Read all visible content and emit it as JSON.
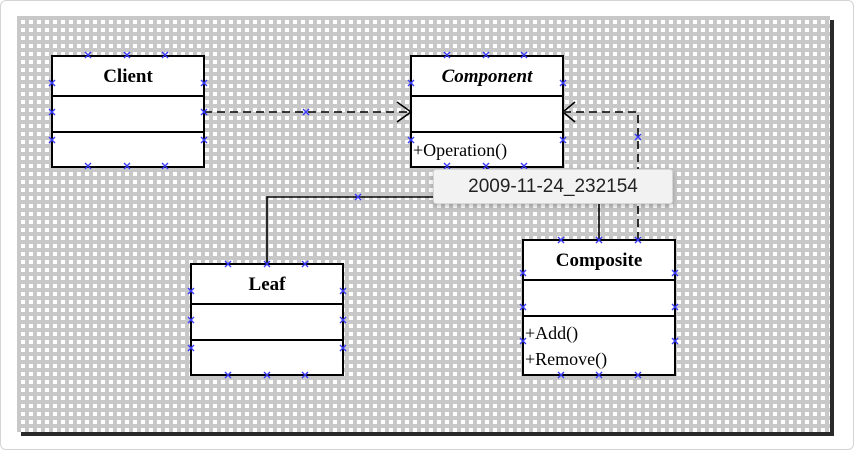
{
  "classes": {
    "client": {
      "name": "Client",
      "operations": []
    },
    "component": {
      "name": "Component",
      "operations": [
        "+Operation()"
      ]
    },
    "leaf": {
      "name": "Leaf",
      "operations": []
    },
    "composite": {
      "name": "Composite",
      "operations": [
        "+Add()",
        "+Remove()"
      ]
    }
  },
  "tooltip": {
    "text": "2009-11-24_232154"
  },
  "colors": {
    "line": "#000000",
    "handle": "#3a3aff",
    "grid": "#c8c8c8",
    "tooltip_bg": "#f2f2f2"
  }
}
